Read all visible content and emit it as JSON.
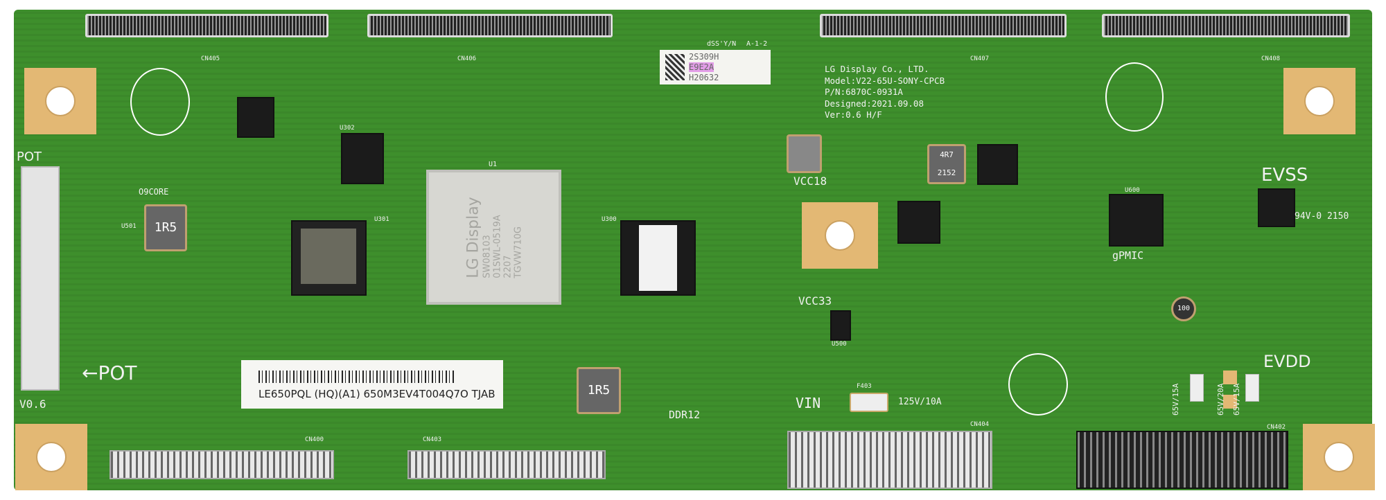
{
  "board": {
    "manufacturer": "LG Display Co., LTD.",
    "model": "Model:V22-65U-SONY-CPCB",
    "part_number": "P/N:6870C-0931A",
    "designed": "Designed:2021.09.08",
    "version": "Ver:0.6 H/F",
    "version_edge": "V0.6",
    "pot_top": "POT",
    "pot_arrow": "←POT",
    "sticker_lines": [
      "2S309H",
      "E9E2A",
      "H20632"
    ],
    "sticker_tag": "A-1-2",
    "sticker_tag2": "dSS'Y/N",
    "ul_mark": "94V-0 2150",
    "barcode_text": "LE650PQL (HQ)(A1) 650M3EV4T004Q7O TJAB"
  },
  "soc": {
    "brand": "LG Display",
    "lines": [
      "SW08103",
      "01SWL-0519A",
      "2207",
      "TGVW710G"
    ],
    "ref": "U1"
  },
  "silkscreen": {
    "evss": "EVSS",
    "evdd": "EVDD",
    "vcc18": "VCC18",
    "vcc33": "VCC33",
    "vin": "VIN",
    "fuse_rating": "125V/10A",
    "ddr12": "DDR12",
    "o9core": "O9CORE",
    "gpmic": "gPMIC",
    "f401": "65V/15A",
    "f402": "65V/20A",
    "f400": "65V/15A",
    "cn405": "CN405",
    "cn406": "CN406",
    "cn407": "CN407",
    "cn408": "CN408",
    "cn400": "CN400",
    "cn403": "CN403",
    "cn404": "CN404",
    "cn402": "CN402",
    "u300": "U300",
    "u301": "U301",
    "u302": "U302",
    "u500": "U500",
    "u501": "U501",
    "u600": "U600",
    "f403": "F403"
  },
  "inductors": {
    "l500": "1R5",
    "l502": "1R5",
    "l601": "4R7 2152",
    "l602": "100"
  }
}
